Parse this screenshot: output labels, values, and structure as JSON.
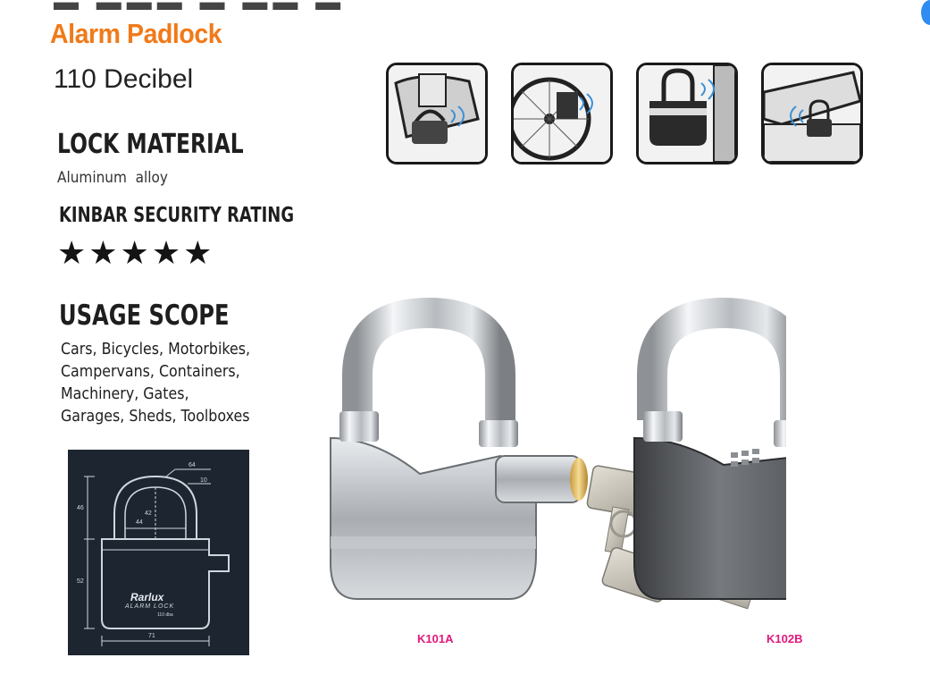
{
  "product": {
    "title": "Alarm Padlock",
    "subtitle": "110 Decibel"
  },
  "lock_material": {
    "heading": "LOCK MATERIAL",
    "value": "Aluminum  alloy"
  },
  "security": {
    "heading": "KINBAR SECURITY RATING",
    "stars": "★★★★★",
    "rating": 5
  },
  "usage_scope": {
    "heading": "USAGE SCOPE",
    "lines": [
      "Cars, Bicycles, Motorbikes,",
      "Campervans, Containers,",
      "Machinery, Gates,",
      "Garages, Sheds, Toolboxes"
    ]
  },
  "diagram": {
    "dim_width_top": "64",
    "dim_shackle_dia": "10",
    "dim_inner_width": "44",
    "dim_inner_height": "42",
    "dim_shackle_height": "46",
    "dim_body_height": "52",
    "dim_body_width": "71",
    "brand": "Rarlux",
    "brand_sub": "ALARM LOCK",
    "brand_db": "110 dba"
  },
  "usage_icons": [
    "car-door-icon",
    "bicycle-wheel-icon",
    "gate-icon",
    "container-icon"
  ],
  "models": {
    "left": "K101A",
    "right": "K102B"
  },
  "colors": {
    "accent": "#f07a1a",
    "model_label": "#e0197d",
    "diagram_bg": "#1d2530"
  }
}
